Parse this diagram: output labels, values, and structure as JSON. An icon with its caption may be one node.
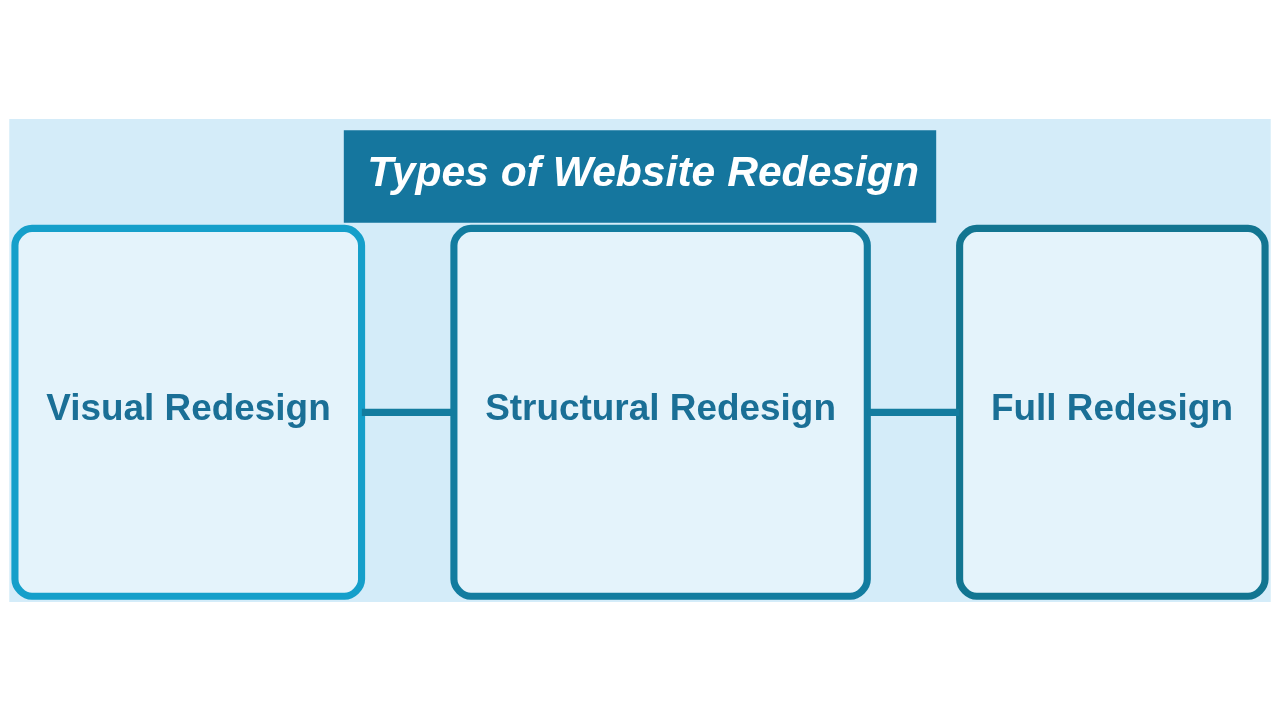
{
  "diagram": {
    "title": "Types of Website Redesign",
    "nodes": [
      {
        "text": [
          "Visual Redesign"
        ]
      },
      {
        "text": [
          "Structural Redesign"
        ]
      },
      {
        "text": [
          "Full Redesign"
        ]
      }
    ],
    "edges": [
      {
        "from": 0,
        "to": 1,
        "arrow": "none"
      },
      {
        "from": 1,
        "to": 2,
        "arrow": "none"
      }
    ]
  }
}
